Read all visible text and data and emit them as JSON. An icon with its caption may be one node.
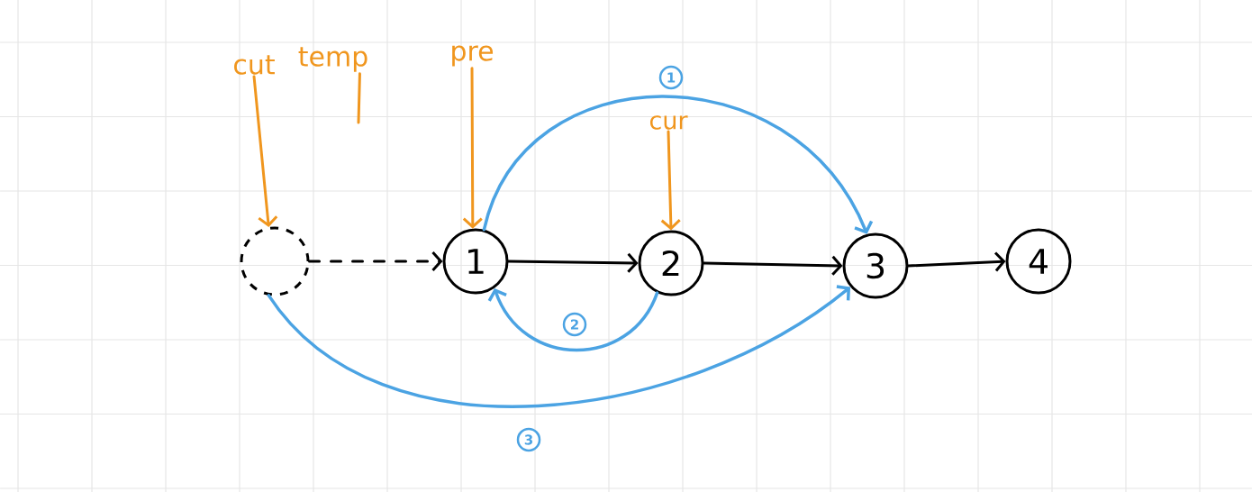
{
  "diagram": {
    "nodes": [
      {
        "text": [
          "cut"
        ]
      },
      {
        "text": [
          "temp"
        ]
      },
      {
        "text": [
          "pre"
        ]
      },
      {
        "text": [
          "cur"
        ]
      },
      {
        "text": [],
        "shape": "circle"
      },
      {
        "text": [
          "1"
        ]
      },
      {
        "text": [
          "2"
        ]
      },
      {
        "text": [
          "3"
        ]
      },
      {
        "text": [
          "4"
        ]
      }
    ],
    "edges": [
      {
        "from": 0,
        "to": 4,
        "arrow": "to",
        "color": "#f0961e"
      },
      {
        "from": 1,
        "to": null,
        "arrow": "none",
        "color": "#f0961e"
      },
      {
        "from": 2,
        "to": 5,
        "arrow": "to",
        "color": "#f0961e"
      },
      {
        "from": 3,
        "to": 6,
        "arrow": "to",
        "color": "#f0961e"
      },
      {
        "from": 4,
        "to": 5,
        "arrow": "to",
        "style": "dashed",
        "color": "#000000"
      },
      {
        "from": 5,
        "to": 6,
        "arrow": "to",
        "color": "#000000"
      },
      {
        "from": 6,
        "to": 7,
        "arrow": "to",
        "color": "#000000"
      },
      {
        "from": 7,
        "to": 8,
        "arrow": "to",
        "color": "#000000"
      },
      {
        "from": 5,
        "to": 7,
        "arrow": "to",
        "label": "1",
        "color": "#4ba3e3"
      },
      {
        "from": 6,
        "to": 5,
        "arrow": "to",
        "label": "2",
        "color": "#4ba3e3"
      },
      {
        "from": 4,
        "to": 7,
        "arrow": "to",
        "label": "3",
        "color": "#4ba3e3"
      }
    ]
  }
}
